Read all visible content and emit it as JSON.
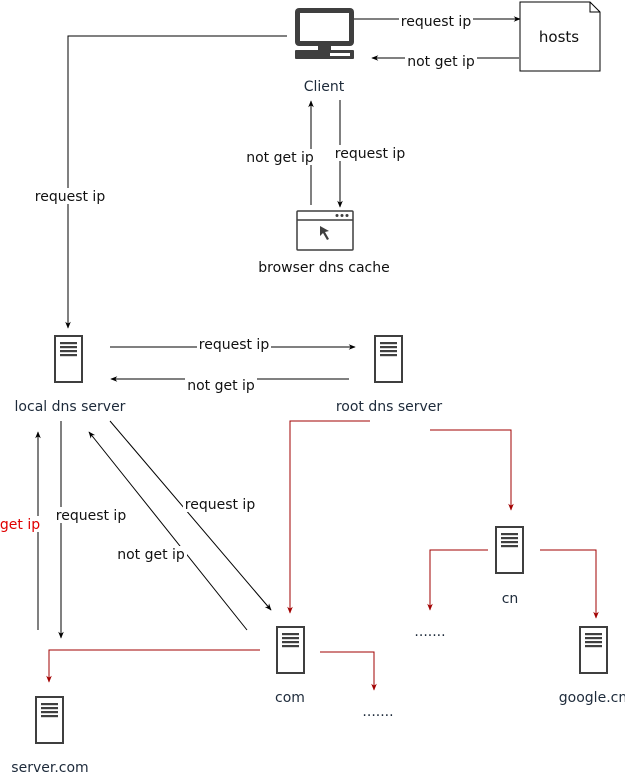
{
  "nodes": {
    "client": "Client",
    "hosts": "hosts",
    "browser_cache": "browser dns cache",
    "local_dns": "local dns server",
    "root_dns": "root dns server",
    "com": "com",
    "cn": "cn",
    "google_cn": "google.cn",
    "server_com": "server.com",
    "ellipsis_com": ".......",
    "ellipsis_cn": "......."
  },
  "edges": {
    "client_to_hosts": "request ip",
    "hosts_to_client": "not get ip",
    "client_to_cache": "request ip",
    "cache_to_client": "not get ip",
    "client_to_local": "request ip",
    "local_to_root": "request ip",
    "root_to_local": "not get ip",
    "local_to_com": "request ip",
    "com_to_local": "not get ip",
    "local_to_server": "request ip",
    "server_to_local": "get ip"
  },
  "colors": {
    "line": "#000000",
    "hierarchy_line": "#a20000",
    "highlight_text": "#e00000",
    "node_text": "#1d2a3a"
  }
}
